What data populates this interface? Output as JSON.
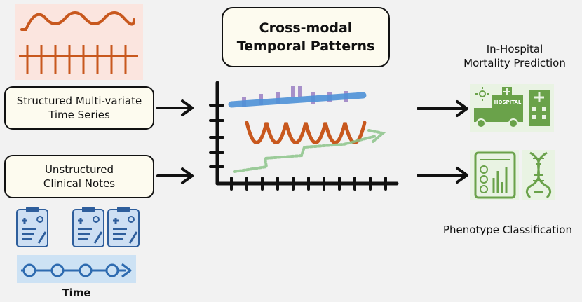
{
  "title": "Cross-modal\nTemporal Patterns",
  "inputs": {
    "structured": "Structured Multi-variate\nTime Series",
    "unstructured": "Unstructured\nClinical Notes"
  },
  "outputs": {
    "mortality": "In-Hospital\nMortality Prediction",
    "phenotype": "Phenotype Classification"
  },
  "timeline_label": "Time",
  "icons": {
    "hospital_sign": "HOSPITAL",
    "timeseries": "timeseries-icon",
    "notes": "clinical-note-icon",
    "hospital": "hospital-icon",
    "report": "medical-report-icon",
    "dna": "dna-icon"
  },
  "colors": {
    "orange": "#c8581e",
    "blue": "#4f92d8",
    "purple": "#9b7fc4",
    "green": "#6aa24a",
    "note_bg": "#cddff3",
    "note_line": "#2e5e9c"
  }
}
